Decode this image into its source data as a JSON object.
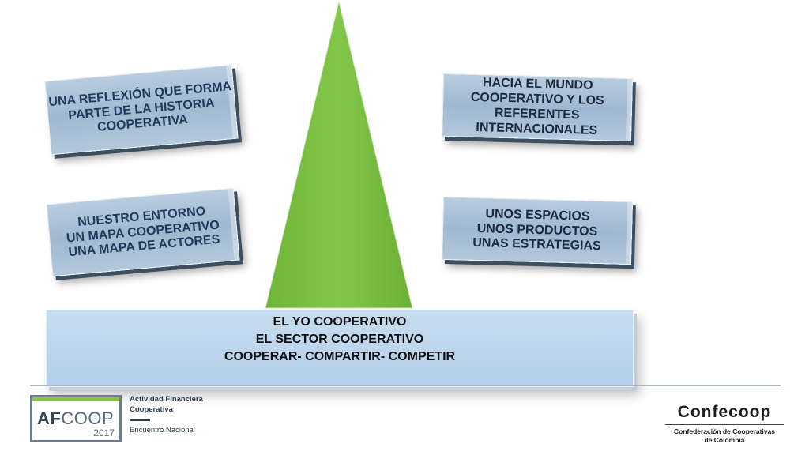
{
  "slide": {
    "triangle_color": "#7cc142",
    "box_color": "#a9c1d9",
    "boxes": {
      "left_top": "UNA REFLEXIÓN QUE FORMA\nPARTE DE LA HISTORIA\nCOOPERATIVA",
      "left_bottom": "NUESTRO ENTORNO\nUN MAPA COOPERATIVO\nUNA MAPA DE ACTORES",
      "right_top": "HACIA EL MUNDO\nCOOPERATIVO Y LOS\nREFERENTES INTERNACIONALES",
      "right_bottom": "UNOS ESPACIOS\nUNOS PRODUCTOS\nUNAS ESTRATEGIAS"
    },
    "base_text": "EL YO COOPERATIVO\nEL SECTOR COOPERATIVO\nCOOPERAR- COMPARTIR- COMPETIR"
  },
  "footer": {
    "afcoop": {
      "af": "AF",
      "coop": "COOP",
      "year": "2017",
      "title": "Actividad Financiera\nCooperativa",
      "subtitle": "Encuentro Nacional"
    },
    "confecoop": {
      "name": "Confecoop",
      "subtitle": "Confederación de Cooperativas\nde Colombia"
    }
  }
}
